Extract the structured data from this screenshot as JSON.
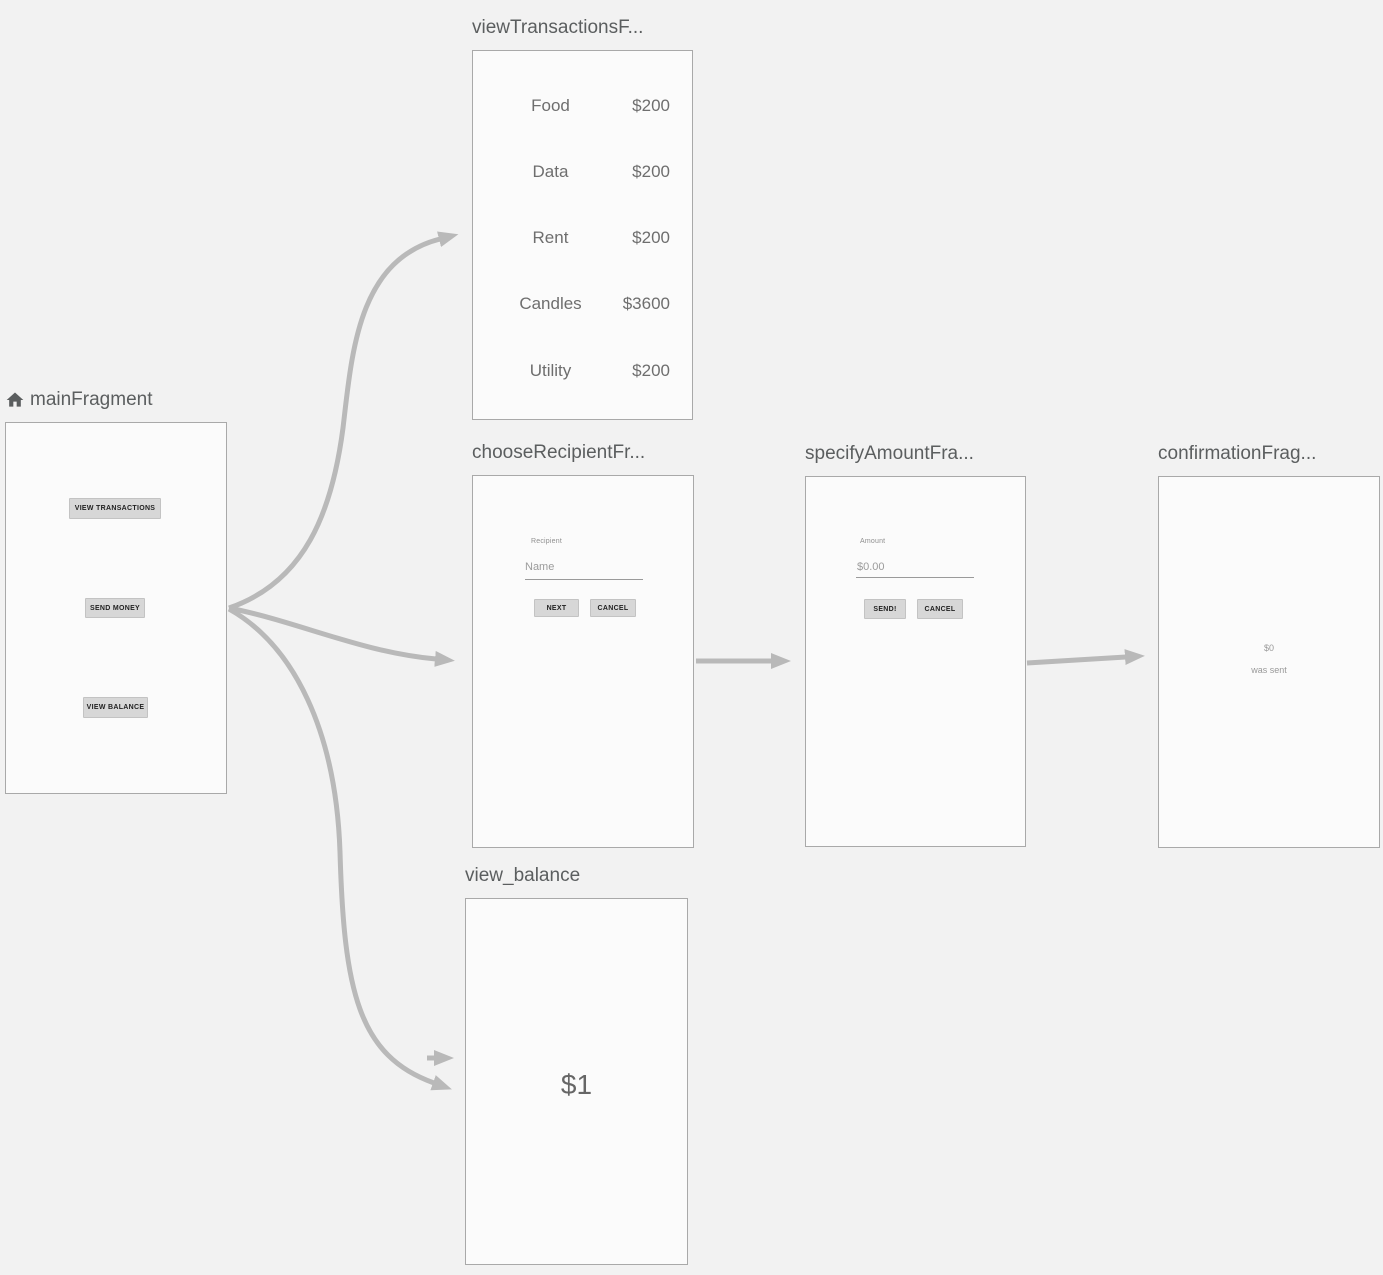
{
  "colors": {
    "page_background": "#f2f2f2",
    "card_background": "#fbfbfb",
    "card_border": "#a9a9a9",
    "arrow": "#b9b9b9",
    "title_text": "#5b5e5f",
    "button_background": "#d7d7d7",
    "preview_text": "#6e6e6e"
  },
  "graph": {
    "main": {
      "label": "mainFragment",
      "home_icon": "home-icon",
      "buttons": {
        "view_transactions": "VIEW TRANSACTIONS",
        "send_money": "SEND MONEY",
        "view_balance": "VIEW BALANCE"
      }
    },
    "view_transactions": {
      "label": "viewTransactionsF...",
      "rows": [
        {
          "name": "Food",
          "amount": "$200"
        },
        {
          "name": "Data",
          "amount": "$200"
        },
        {
          "name": "Rent",
          "amount": "$200"
        },
        {
          "name": "Candles",
          "amount": "$3600"
        },
        {
          "name": "Utility",
          "amount": "$200"
        }
      ]
    },
    "choose_recipient": {
      "label": "chooseRecipientFr...",
      "field_label": "Recipient",
      "placeholder": "Name",
      "next_button": "NEXT",
      "cancel_button": "CANCEL"
    },
    "specify_amount": {
      "label": "specifyAmountFra...",
      "field_label": "Amount",
      "placeholder": "$0.00",
      "send_button": "SEND!",
      "cancel_button": "CANCEL"
    },
    "confirmation": {
      "label": "confirmationFrag...",
      "amount": "$0",
      "message": "was sent"
    },
    "view_balance": {
      "label": "view_balance",
      "balance": "$1"
    }
  }
}
